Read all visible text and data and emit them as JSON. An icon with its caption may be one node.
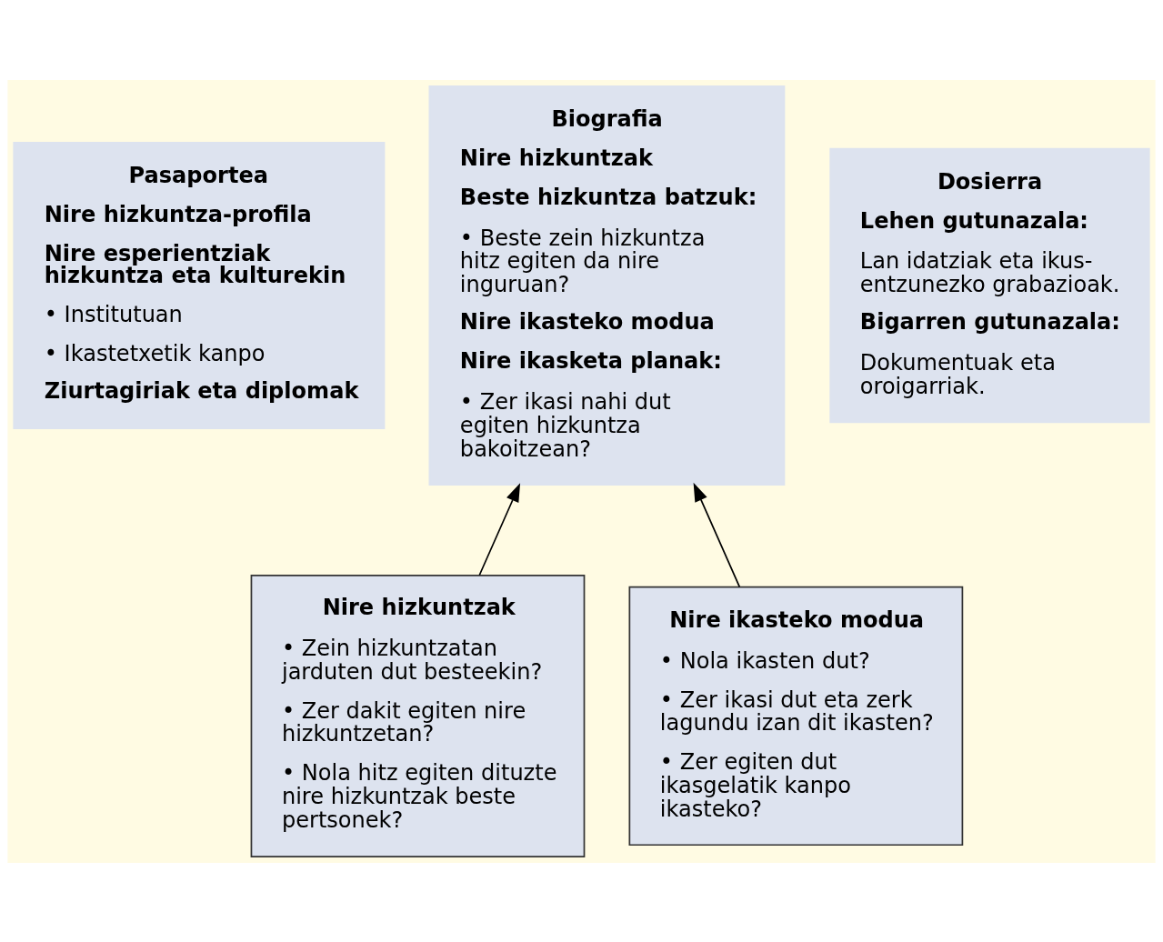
{
  "diagram": {
    "nodes": [
      {
        "text": [
          "Pasaportea",
          "Nire hizkuntza-profila",
          "Nire esperientziak hizkuntza eta kulturekin",
          "• Institutuan",
          "• Ikastetxetik kanpo",
          "Ziurtagiriak eta diplomak"
        ]
      },
      {
        "text": [
          "Biografia",
          "Nire hizkuntzak",
          "Beste hizkuntza batzuk:",
          "• Beste zein hizkuntza hitz egiten da nire inguruan?",
          "Nire ikasteko modua",
          "Nire ikasketa planak:",
          "• Zer ikasi nahi dut egiten hizkuntza bakoitzean?"
        ]
      },
      {
        "text": [
          "Dosierra",
          "Lehen gutunazala:",
          "Lan idatziak eta ikus-entzunezko grabazioak.",
          "Bigarren gutunazala:",
          "Dokumentuak eta oroigarriak."
        ]
      },
      {
        "text": [
          "Nire hizkuntzak",
          "• Zein hizkuntzatan jarduten dut besteekin?",
          "• Zer dakit egiten nire hizkuntzetan?",
          "• Nola hitz egiten dituzte nire hizkuntzak beste pertsonek?"
        ]
      },
      {
        "text": [
          "Nire ikasteko modua",
          "• Nola ikasten dut?",
          "• Zer ikasi dut eta zerk lagundu izan dit ikasten?",
          "• Zer egiten dut ikasgelatik kanpo ikasteko?"
        ]
      }
    ],
    "edges": [
      {
        "from": 3,
        "to": 1,
        "arrow": "to"
      },
      {
        "from": 4,
        "to": 1,
        "arrow": "to"
      }
    ]
  }
}
